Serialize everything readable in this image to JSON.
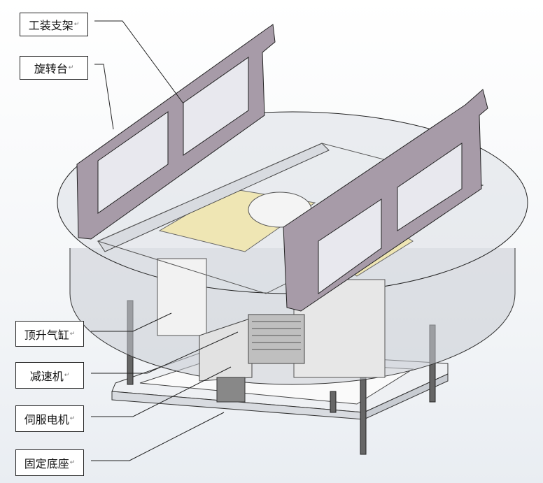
{
  "labels": {
    "fixture_bracket": "工装支架",
    "rotary_table": "旋转台",
    "lift_cylinder": "顶升气缸",
    "reducer": "减速机",
    "servo_motor": "伺服电机",
    "fixed_base": "固定底座"
  },
  "return_mark": "↵"
}
